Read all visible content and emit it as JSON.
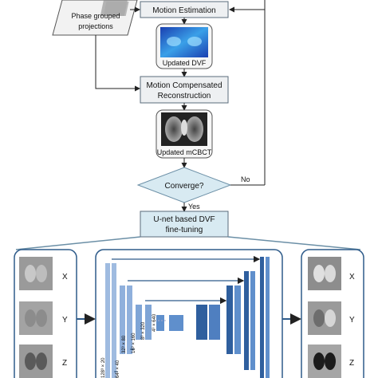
{
  "flow": {
    "phase_label_line1": "Phase grouped",
    "phase_label_line2": "projections",
    "motion_estimation": "Motion Estimation",
    "updated_dvf": "Updated DVF",
    "mcr_line1": "Motion Compensated",
    "mcr_line2": "Reconstruction",
    "updated_mcbct": "Updated mCBCT",
    "converge": "Converge?",
    "no_label": "No",
    "yes_label": "Yes",
    "unet_line1": "U-net based DVF",
    "unet_line2": "fine-tuning"
  },
  "unet": {
    "axis_labels": [
      "X",
      "Y",
      "Z"
    ],
    "size_labels": [
      "128³ × 20",
      "64³ × 40",
      "32³ × 80",
      "16³ × 160",
      "8³ × 320",
      "4³ × 640"
    ]
  },
  "colors": {
    "box_fill": "#eef0f2",
    "box_stroke": "#5a6b7b",
    "diamond_fill": "#d8eaf2",
    "panel_stroke": "#2e5b8a",
    "unet_light": "#9fbbe0",
    "unet_mid": "#5f8fcc",
    "unet_dark": "#2f5f9e"
  }
}
